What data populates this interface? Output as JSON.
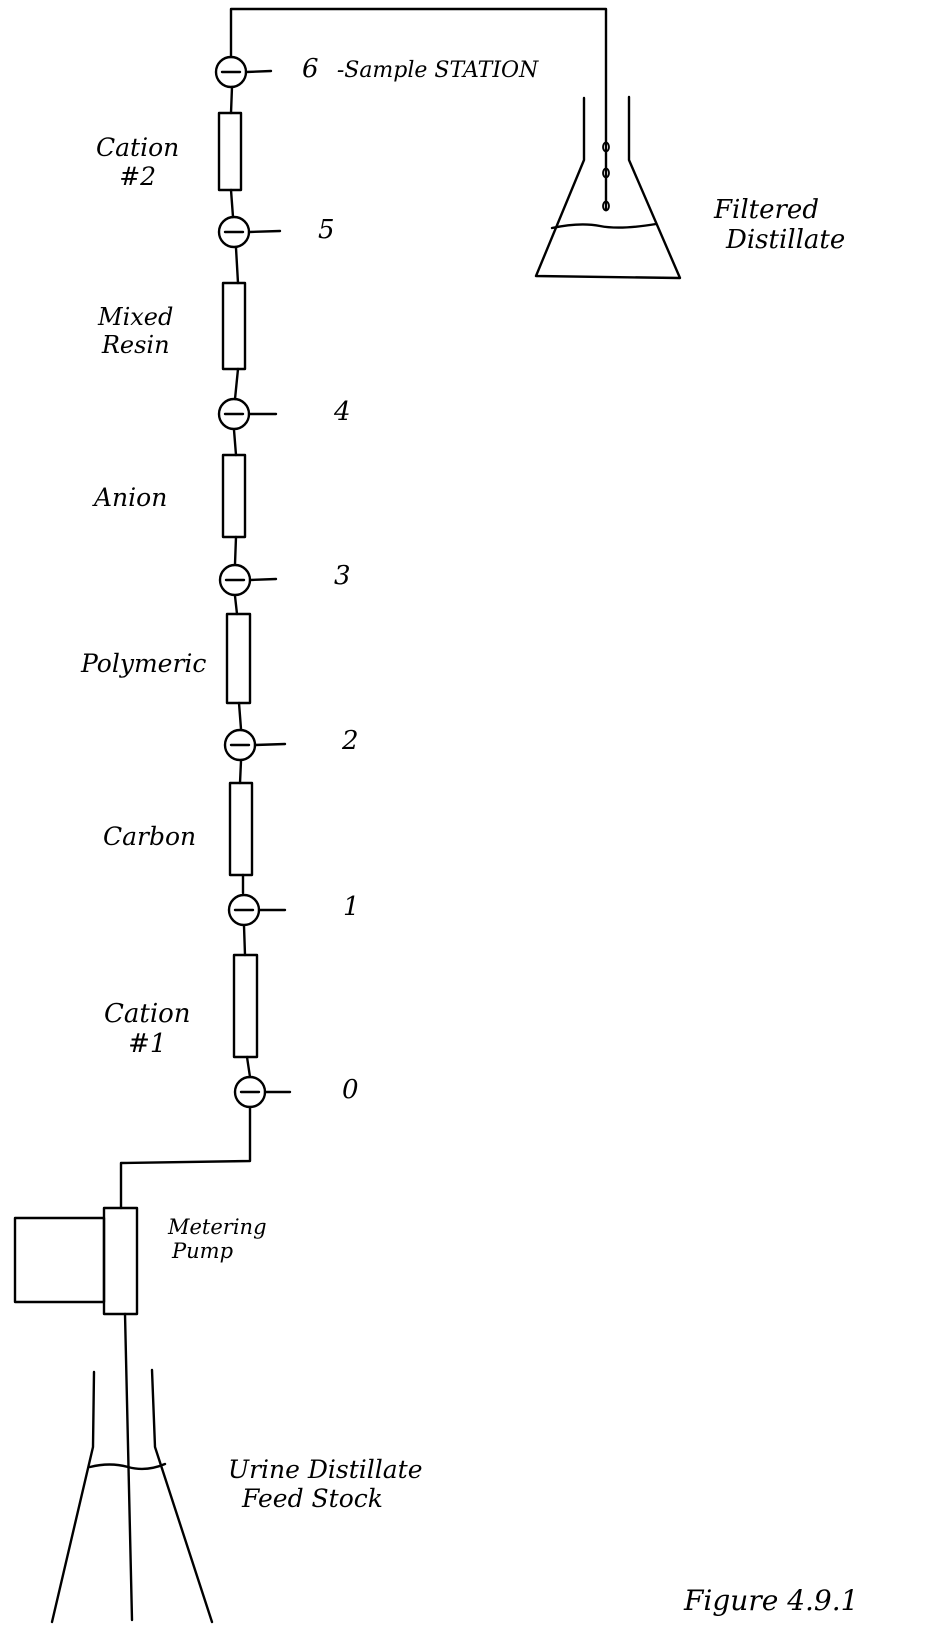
{
  "columns": [
    {
      "name": "Cation",
      "sub": "#2"
    },
    {
      "name": "Mixed",
      "sub": "Resin"
    },
    {
      "name": "Anion",
      "sub": ""
    },
    {
      "name": "Polymeric",
      "sub": ""
    },
    {
      "name": "Carbon",
      "sub": ""
    },
    {
      "name": "Cation",
      "sub": "#1"
    }
  ],
  "stations": [
    "6",
    "5",
    "4",
    "3",
    "2",
    "1",
    "0"
  ],
  "sample_station_label": "-Sample STATION",
  "filtered_flask": {
    "line1": "Filtered",
    "line2": "Distillate"
  },
  "pump": {
    "line1": "Metering",
    "line2": "Pump"
  },
  "feed_flask": {
    "line1": "Urine Distillate",
    "line2": "Feed Stock"
  },
  "figure_label": "Figure 4.9.1"
}
